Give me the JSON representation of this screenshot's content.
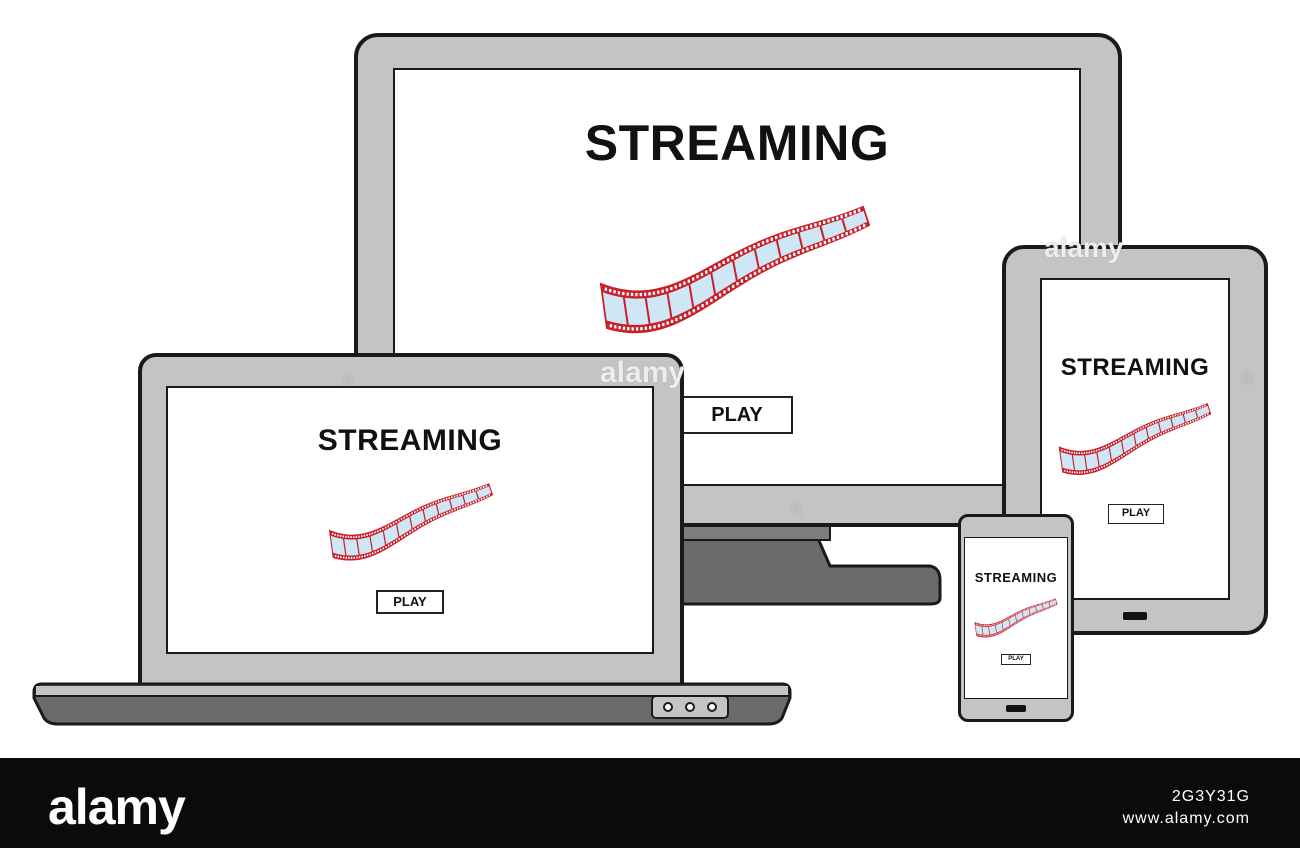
{
  "devices": {
    "monitor": {
      "title": "STREAMING",
      "play_label": "PLAY"
    },
    "tablet": {
      "title": "STREAMING",
      "play_label": "PLAY"
    },
    "laptop": {
      "title": "STREAMING",
      "play_label": "PLAY"
    },
    "phone": {
      "title": "STREAMING",
      "play_label": "PLAY"
    }
  },
  "icons": {
    "film": "film-strip-icon"
  },
  "colors": {
    "device_gray": "#c4c4c4",
    "film_red": "#c8202a",
    "film_frame": "#cfe6f5"
  },
  "footer": {
    "logo": "alamy",
    "image_id": "2G3Y31G",
    "site": "www.alamy.com"
  },
  "watermarks": {
    "mark": "alamy",
    "letter": "a"
  }
}
